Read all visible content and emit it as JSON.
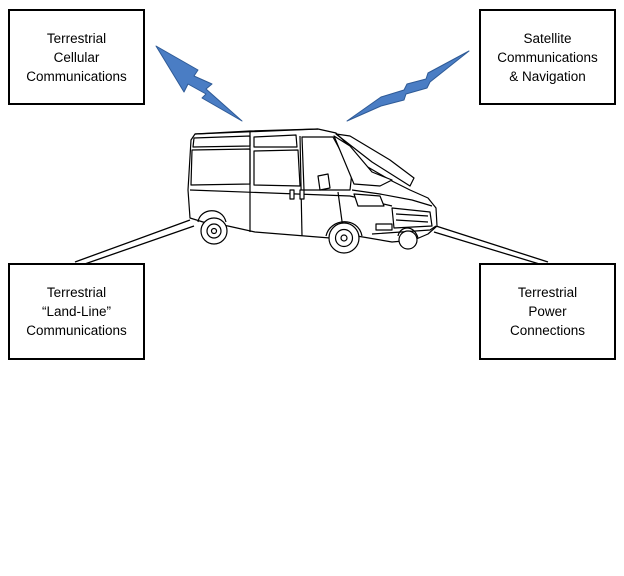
{
  "boxes": {
    "cellular": {
      "lines": [
        "Terrestrial",
        "Cellular",
        "Communications"
      ]
    },
    "satellite": {
      "lines": [
        "Satellite",
        "Communications",
        "& Navigation"
      ]
    },
    "landline": {
      "lines": [
        "Terrestrial",
        "“Land-Line”",
        "Communications"
      ]
    },
    "power": {
      "lines": [
        "Terrestrial",
        "Power",
        "Connections"
      ]
    }
  },
  "colors": {
    "lightning": "#4a7dc4",
    "lightning_stroke": "#2e5a96",
    "border": "#000000"
  }
}
